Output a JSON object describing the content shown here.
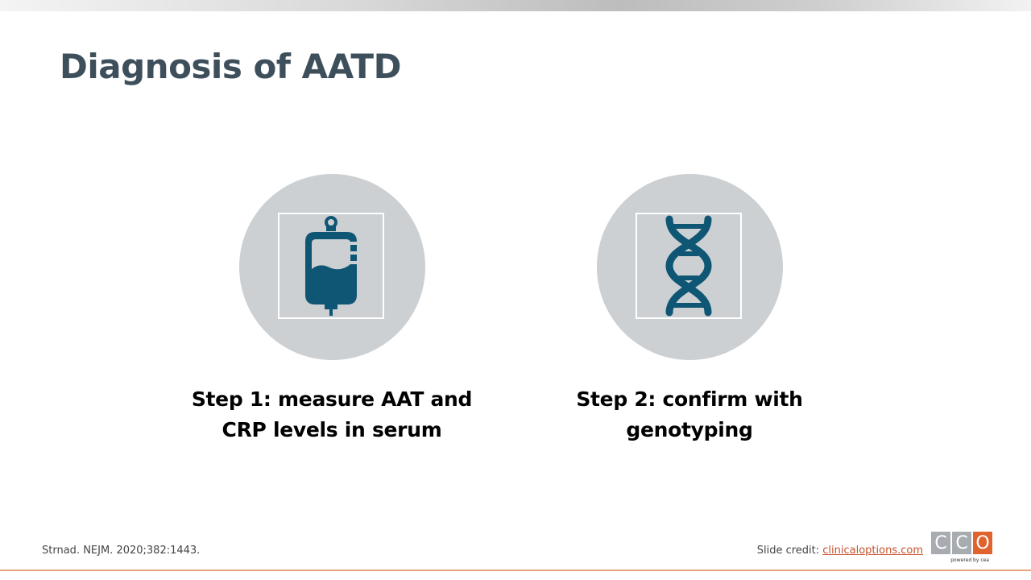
{
  "slide": {
    "title": "Diagnosis of AATD"
  },
  "steps": [
    {
      "icon": "iv-bag-icon",
      "label_line1": "Step 1: measure AAT and",
      "label_line2": "CRP levels in serum"
    },
    {
      "icon": "dna-icon",
      "label_line1": "Step 2: confirm with",
      "label_line2": "genotyping"
    }
  ],
  "footer": {
    "citation": "Strnad. NEJM. 2020;382:1443.",
    "credit_prefix": "Slide credit: ",
    "credit_link": "clinicaloptions.com",
    "logo_letters": [
      "C",
      "C",
      "O"
    ],
    "logo_tagline": "powered by cea"
  },
  "colors": {
    "title": "#3e4f5c",
    "icon": "#0e5673",
    "circle": "#ccd0d3",
    "accent": "#e0632e"
  }
}
